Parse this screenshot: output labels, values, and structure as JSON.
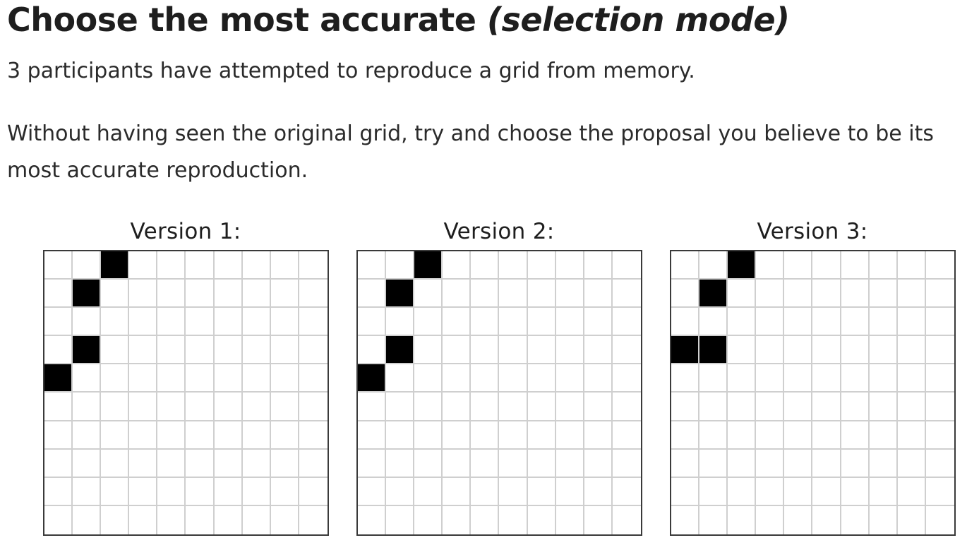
{
  "header": {
    "title": "Choose the most accurate",
    "title_mode": "(selection mode)"
  },
  "intro": "3 participants have attempted to reproduce a grid from memory.",
  "instructions": "Without having seen the original grid, try and choose the proposal you believe to be its most accurate reproduction.",
  "grid_size": {
    "rows": 10,
    "cols": 10
  },
  "colors": {
    "filled": "#000000",
    "empty": "#ffffff",
    "gridline": "#cfcfcf",
    "border": "#3a3a3a"
  },
  "versions": [
    {
      "label": "Version 1:",
      "filled_cells": [
        [
          0,
          2
        ],
        [
          1,
          1
        ],
        [
          3,
          1
        ],
        [
          4,
          0
        ]
      ]
    },
    {
      "label": "Version 2:",
      "filled_cells": [
        [
          0,
          2
        ],
        [
          1,
          1
        ],
        [
          3,
          1
        ],
        [
          4,
          0
        ]
      ]
    },
    {
      "label": "Version 3:",
      "filled_cells": [
        [
          0,
          2
        ],
        [
          1,
          1
        ],
        [
          3,
          0
        ],
        [
          3,
          1
        ]
      ]
    }
  ]
}
